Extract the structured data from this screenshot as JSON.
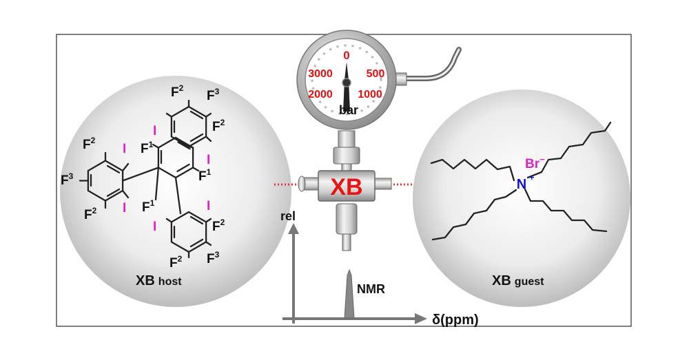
{
  "colors": {
    "iodine": "#e020c8",
    "gauge_red": "#e01010",
    "xb_red": "#ee1111",
    "nitrogen": "#1010d0",
    "bromide": "#e020c8",
    "text": "#111111",
    "dotted_line": "#e53030"
  },
  "gauge": {
    "ticks": [
      "0",
      "500",
      "1000",
      "2000",
      "3000"
    ],
    "unit": "bar"
  },
  "cell_label": "XB",
  "spectrum": {
    "y_axis": "rel",
    "x_axis": "δ(ppm)",
    "peak_label": "NMR"
  },
  "host": {
    "caption_main": "XB",
    "caption_sub": "host",
    "atoms": {
      "iodine": "I",
      "fluorine": "F",
      "f1_sup": "1",
      "f2_sup": "2",
      "f3_sup": "3"
    }
  },
  "guest": {
    "caption_main": "XB",
    "caption_sub": "guest",
    "nitrogen": "N",
    "nitrogen_charge": "+",
    "bromide": "Br",
    "bromide_charge": "−"
  }
}
